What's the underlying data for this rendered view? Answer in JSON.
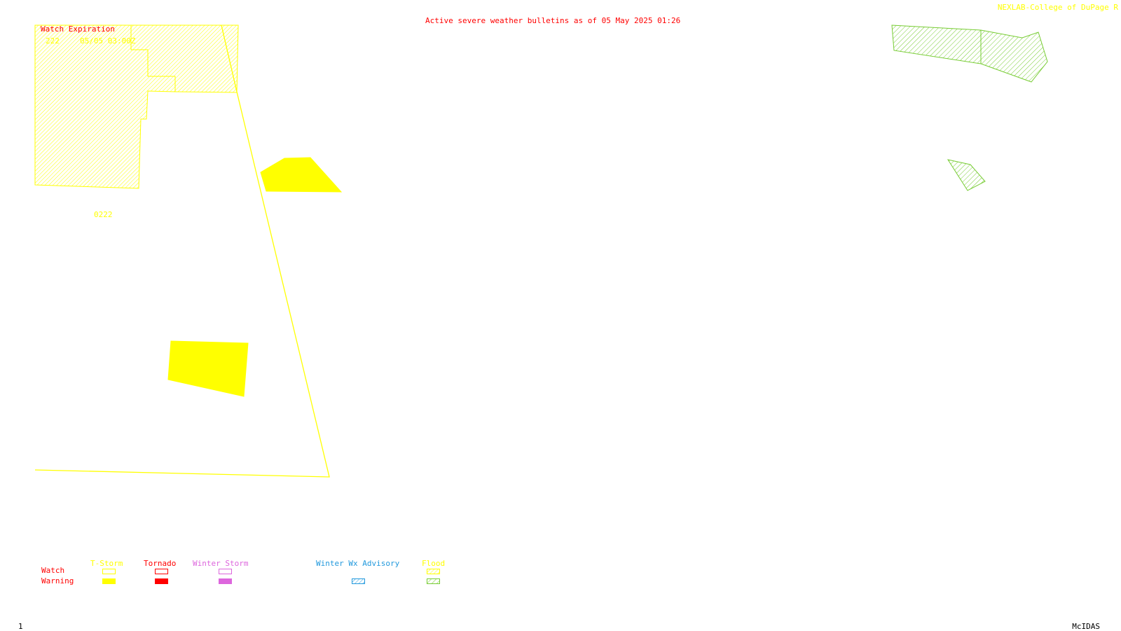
{
  "header": {
    "title": "Active severe weather bulletins as of 05 May 2025 01:26",
    "credit": "NEXLAB-College of DuPage R"
  },
  "watch_expiration": {
    "heading": "Watch Expiration",
    "entries": [
      {
        "watch": "222",
        "time": "05/05 03:00Z"
      }
    ]
  },
  "map_labels": {
    "watch_id": "0222"
  },
  "colors": {
    "tstorm": "#ffff00",
    "tornado": "#ff0000",
    "winter_storm": "#dd66dd",
    "winter_advisory": "#2299dd",
    "flood": "#77cc33",
    "title_red": "#ff0000"
  },
  "legend": {
    "row_labels": {
      "watch": "Watch",
      "warning": "Warning"
    },
    "columns": [
      {
        "key": "tstorm",
        "label": "T-Storm",
        "color": "#ffff00",
        "watch_style": "outline",
        "warning_style": "solid"
      },
      {
        "key": "tornado",
        "label": "Tornado",
        "color": "#ff0000",
        "watch_style": "outline",
        "warning_style": "solid"
      },
      {
        "key": "winter_storm",
        "label": "Winter Storm",
        "color": "#dd66dd",
        "watch_style": "outline",
        "warning_style": "solid"
      },
      {
        "key": "winter_advisory",
        "label": "Winter Wx Advisory",
        "color": "#2299dd",
        "watch_style": "none",
        "warning_style": "hatched"
      },
      {
        "key": "flood",
        "label": "Flood",
        "color": "#77cc33",
        "watch_style": "hatched",
        "warning_style": "hatched",
        "watch_color": "#ffff00"
      }
    ]
  },
  "footer": {
    "frame_number": "1",
    "software": "McIDAS"
  }
}
